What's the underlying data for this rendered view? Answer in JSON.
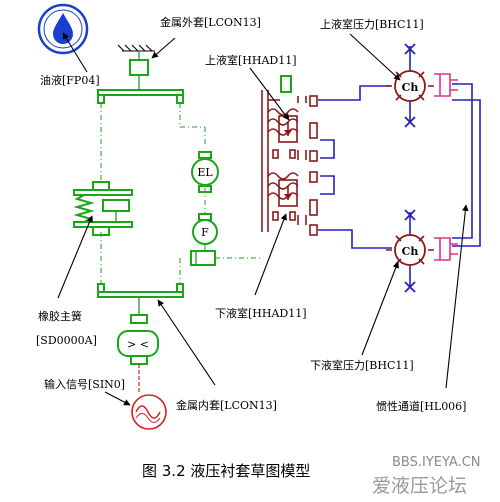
{
  "labels": {
    "oil": "油液[FP04]",
    "outer_sleeve": "金属外套[LCON13]",
    "upper_chamber": "上液室[HHAD11]",
    "upper_pressure": "上液室压力[BHC11]",
    "rubber_spring_line1": "橡胶主簧",
    "rubber_spring_line2": "[SD0000A]",
    "lower_chamber": "下液室[HHAD11]",
    "input_signal": "输入信号[SIN0]",
    "inner_sleeve": "金属内套[LCON13]",
    "lower_pressure": "下液室压力[BHC11]",
    "inertia_channel": "惯性通道[HL006]"
  },
  "block_text": {
    "upper_ch": "Ch",
    "lower_ch": "Ch",
    "el_block": "EL",
    "f_block": "F",
    "source_block": "> <"
  },
  "caption": "图 3.2    液压衬套草图模型",
  "watermark": {
    "url": "BBS.IYEYA.CN",
    "name": "爱液压论坛"
  },
  "colors": {
    "mechanical": "#1aa51a",
    "hydraulic": "#8b1a1a",
    "signal": "#2222bb",
    "port": "#e0308a",
    "oil_icon": "#1a3fd0",
    "source": "#d42020"
  }
}
